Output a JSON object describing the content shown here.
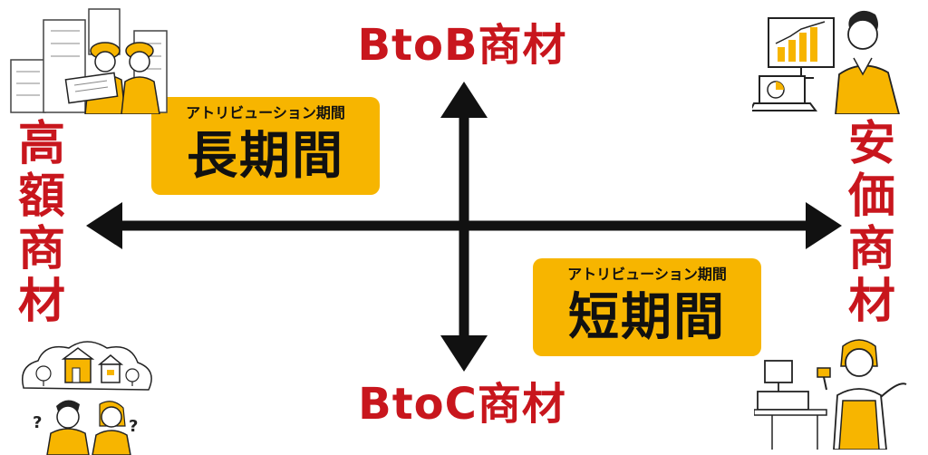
{
  "axes": {
    "top_label": "BtoB商材",
    "bottom_label": "BtoC商材",
    "left_label": "高額商材",
    "right_label": "安価商材"
  },
  "quadrants": {
    "top_left": {
      "sub_label": "アトリビューション期間",
      "main_label": "長期間"
    },
    "bottom_right": {
      "sub_label": "アトリビューション期間",
      "main_label": "短期間"
    }
  },
  "illustrations": {
    "top_left": "construction-workers-with-blueprint",
    "top_right": "businessman-with-chart-monitor",
    "bottom_left": "couple-thinking-about-houses",
    "bottom_right": "cashier-at-register"
  },
  "colors": {
    "axis_label": "#c8161d",
    "period_box": "#f7b500",
    "arrow": "#111111",
    "illustration_accent": "#f7b500"
  }
}
